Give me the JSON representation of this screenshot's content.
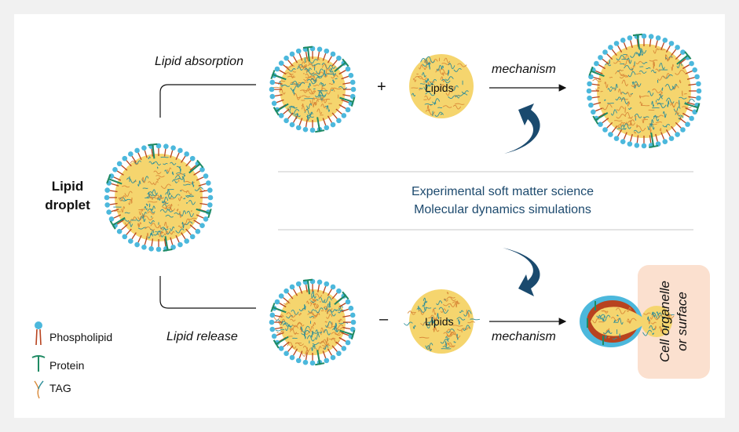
{
  "droplet_label": [
    "Lipid",
    "droplet"
  ],
  "top_path": {
    "label": "Lipid absorption",
    "operator": "+",
    "lipids_label": "Lipids",
    "mechanism_label": "mechanism"
  },
  "bottom_path": {
    "label": "Lipid release",
    "operator": "–",
    "lipids_label": "Lipids",
    "mechanism_label": "mechanism"
  },
  "methods": [
    "Experimental soft matter science",
    "Molecular dynamics simulations"
  ],
  "target": [
    "Cell organelle",
    "or surface"
  ],
  "legend": [
    {
      "icon": "phospholipid-icon",
      "label": "Phospholipid"
    },
    {
      "icon": "protein-icon",
      "label": "Protein"
    },
    {
      "icon": "tag-icon",
      "label": "TAG"
    }
  ],
  "colors": {
    "background": "#f1f1f1",
    "panel": "#ffffff",
    "core": "#f5d56e",
    "phospholipid_head": "#4cb8dc",
    "phospholipid_tail": "#b8431f",
    "protein": "#1f8a63",
    "tag_teal": "#2f8f9a",
    "tag_orange": "#d98a3a",
    "method_text": "#1d4a6e",
    "curved_arrow": "#1a4a6e",
    "organelle": "#fbe0cf"
  }
}
